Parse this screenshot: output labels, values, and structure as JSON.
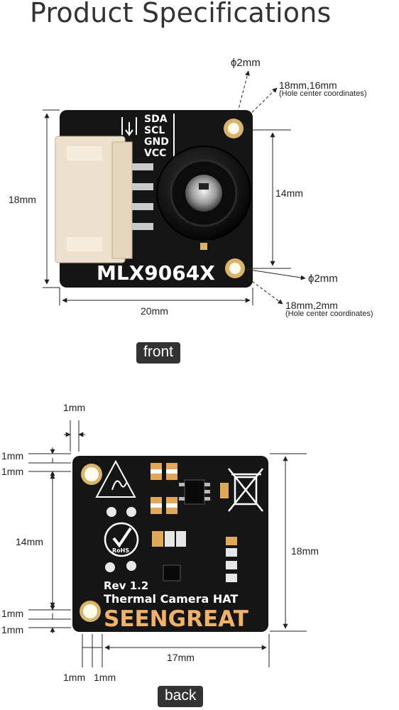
{
  "title": "Product Specifications",
  "front": {
    "button_label": "front",
    "pin_labels": [
      "SDA",
      "SCL",
      "GND",
      "VCC"
    ],
    "model_text": "MLX9064X",
    "dimensions": {
      "height": "18mm",
      "width": "20mm",
      "hole_spacing": "14mm",
      "hole_diameter_top": "ϕ2mm",
      "hole_diameter_bottom": "ϕ2mm",
      "hole_top_coord": "18mm,16mm",
      "hole_top_note": "(Hole center coordinates)",
      "hole_bottom_coord": "18mm,2mm",
      "hole_bottom_note": "(Hole center coordinates)"
    }
  },
  "back": {
    "button_label": "back",
    "rev_text": "Rev 1.2",
    "product_text": "Thermal Camera HAT",
    "brand_text": "SEENGREAT",
    "rohs_text": "RoHS",
    "dimensions": {
      "top_offset": "1mm",
      "left_top_1": "1mm",
      "left_top_2": "1mm",
      "left_height": "14mm",
      "left_bottom_1": "1mm",
      "left_bottom_2": "1mm",
      "right_height": "18mm",
      "bottom_width": "17mm",
      "bottom_offset_1": "1mm",
      "bottom_offset_2": "1mm"
    }
  },
  "colors": {
    "pcb": "#151515",
    "silkscreen": "#ffffff",
    "gold": "#d9b46a",
    "connector": "#ede0cc",
    "brand_orange": "#f0b26a"
  }
}
